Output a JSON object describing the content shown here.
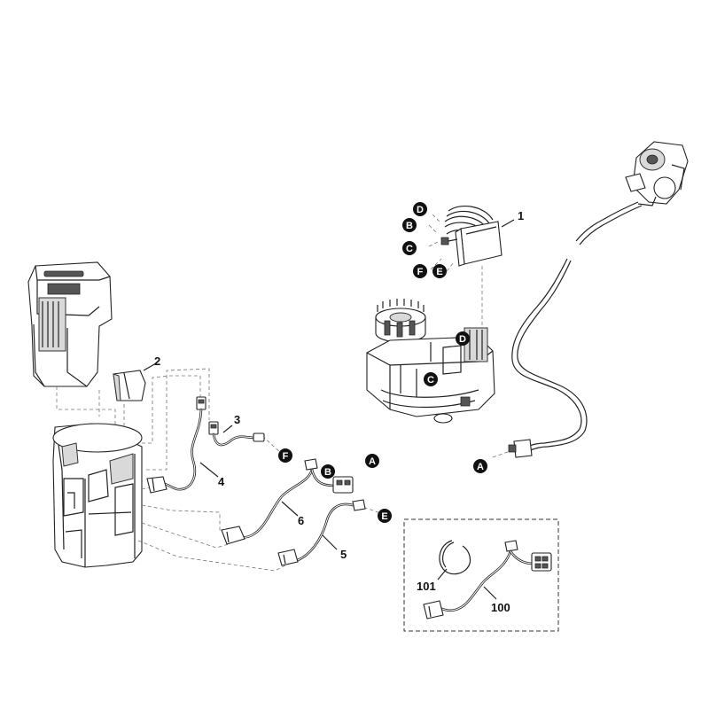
{
  "part_numbers": {
    "p1": "1",
    "p2": "2",
    "p3": "3",
    "p4": "4",
    "p5": "5",
    "p6": "6",
    "p100": "100",
    "p101": "101"
  },
  "callouts": {
    "A": "A",
    "B": "B",
    "C": "C",
    "D": "D",
    "E": "E",
    "F": "F"
  },
  "colors": {
    "ink": "#222222",
    "callout_fill": "#111111",
    "callout_text": "#ffffff",
    "leader": "#777777"
  }
}
